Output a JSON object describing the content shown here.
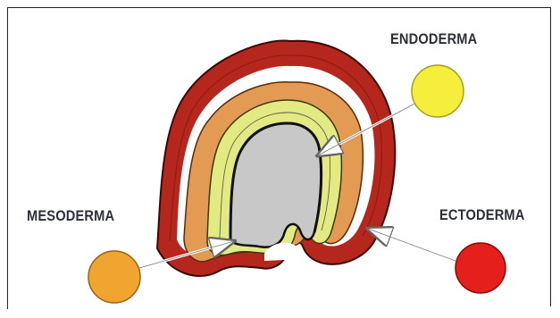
{
  "labels": {
    "endoderm": "ENDODERMA",
    "mesoderm": "MESODERMA",
    "ectoderm": "ECTODERMA"
  },
  "colors": {
    "endoderm": "#f5ee3c",
    "mesoderm": "#f0a531",
    "ectoderm": "#e51f1b",
    "ecto_layer": "#b5261d",
    "meso_layer": "#e39a52",
    "endo_layer": "#e3e983",
    "cavity": "#c8c8c8"
  }
}
